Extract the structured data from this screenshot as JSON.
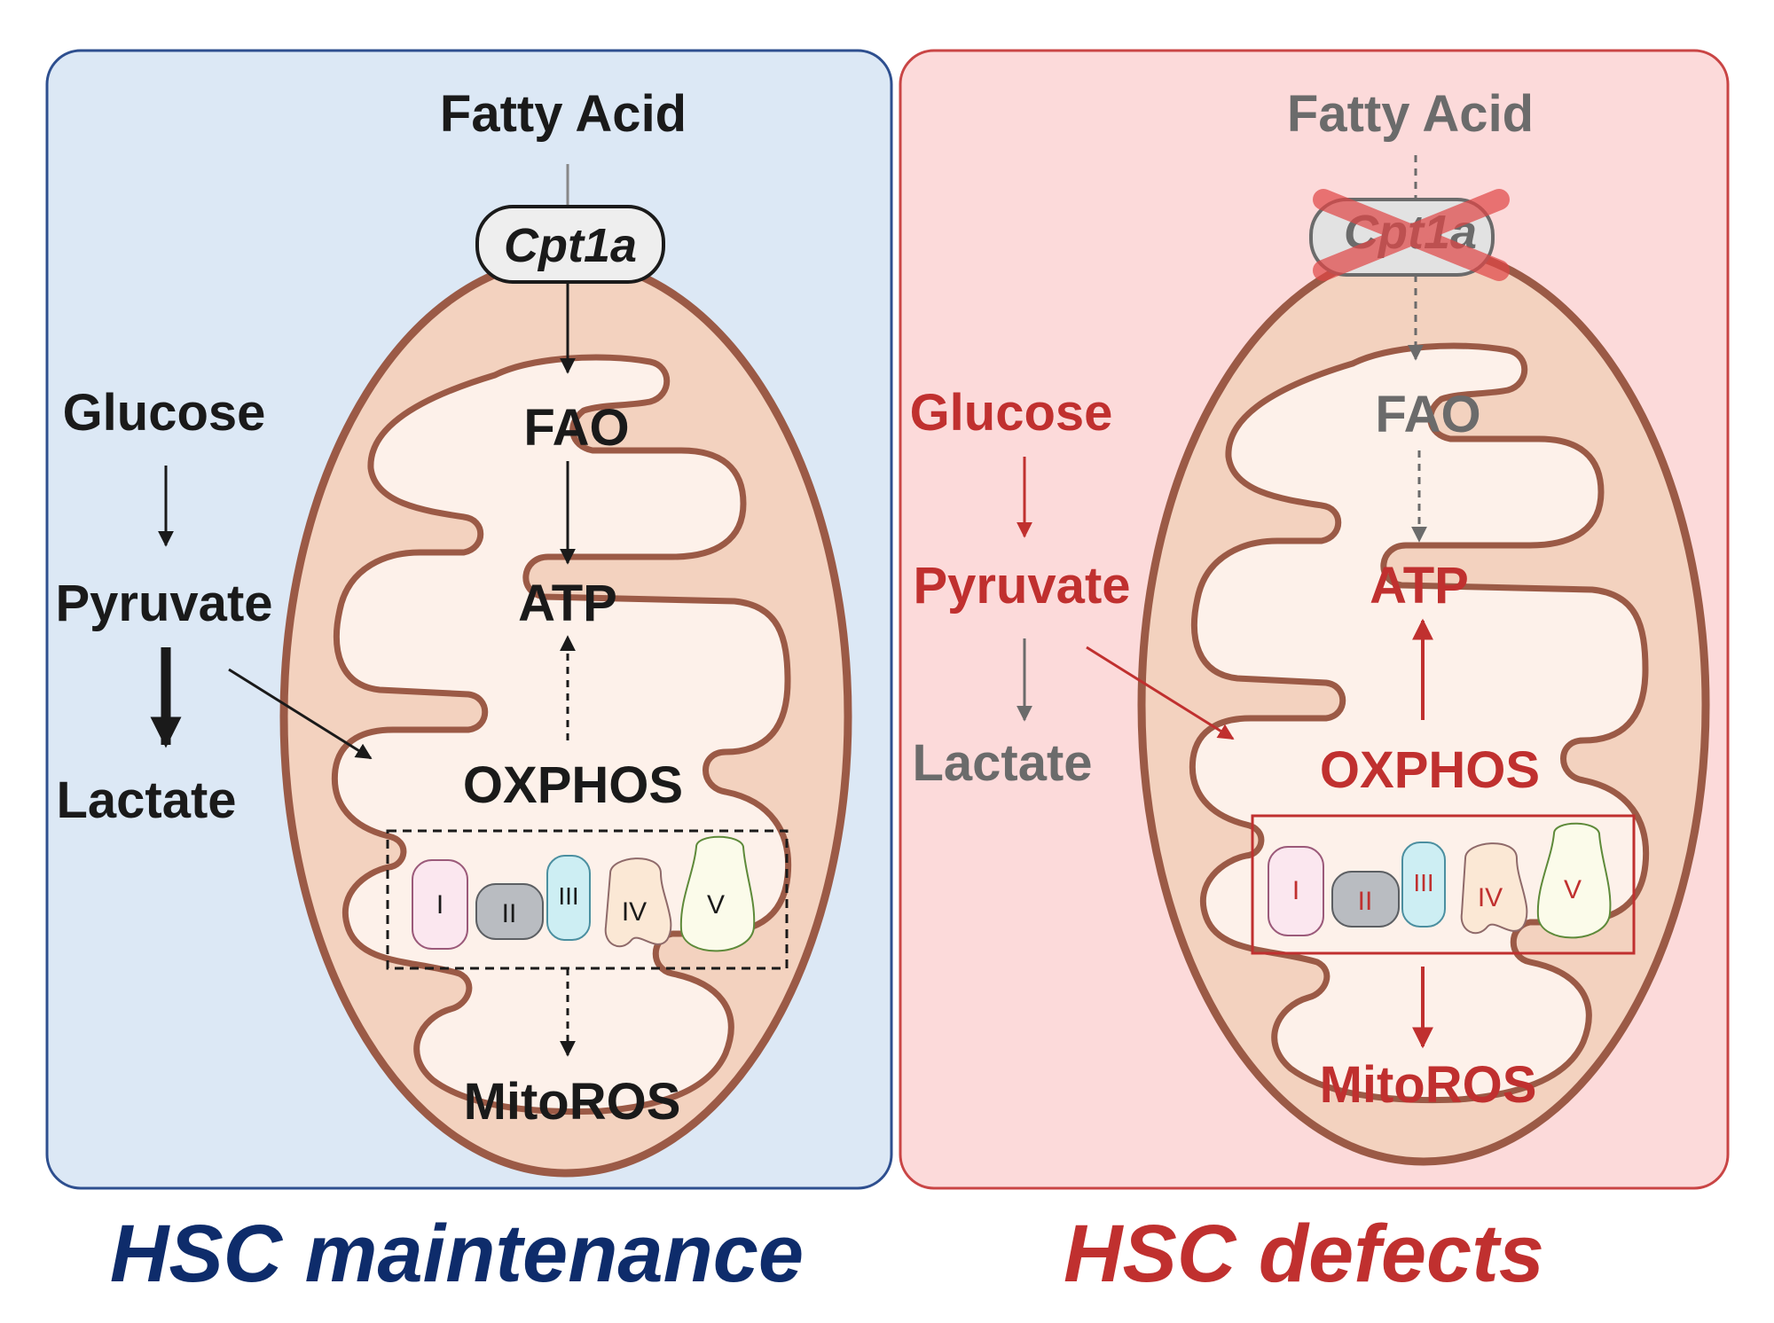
{
  "left_panel": {
    "fatty_acid": "Fatty Acid",
    "enzyme": "Cpt1a",
    "fao": "FAO",
    "atp": "ATP",
    "oxphos": "OXPHOS",
    "mitoros": "MitoROS",
    "glucose": "Glucose",
    "pyruvate": "Pyruvate",
    "lactate": "Lactate",
    "complexes": [
      "I",
      "II",
      "III",
      "IV",
      "V"
    ],
    "caption": "HSC maintenance"
  },
  "right_panel": {
    "fatty_acid": "Fatty Acid",
    "enzyme": "Cpt1a",
    "fao": "FAO",
    "atp": "ATP",
    "oxphos": "OXPHOS",
    "mitoros": "MitoROS",
    "glucose": "Glucose",
    "pyruvate": "Pyruvate",
    "lactate": "Lactate",
    "complexes": [
      "I",
      "II",
      "III",
      "IV",
      "V"
    ],
    "caption": "HSC defects"
  },
  "colors": {
    "left_bg": "#dce8f5",
    "left_border": "#2e4f8f",
    "right_bg": "#fcdada",
    "right_border": "#c94545",
    "mito_membrane": "#9b5a46",
    "mito_matrix": "#f3d2bf",
    "mito_inner": "#fdf1ea",
    "accent_red": "#c0302f",
    "dark_text": "#1a1a1a",
    "gray_text": "#6b6b6b",
    "caption_left": "#0e2c6b",
    "caption_right": "#c0302f"
  }
}
